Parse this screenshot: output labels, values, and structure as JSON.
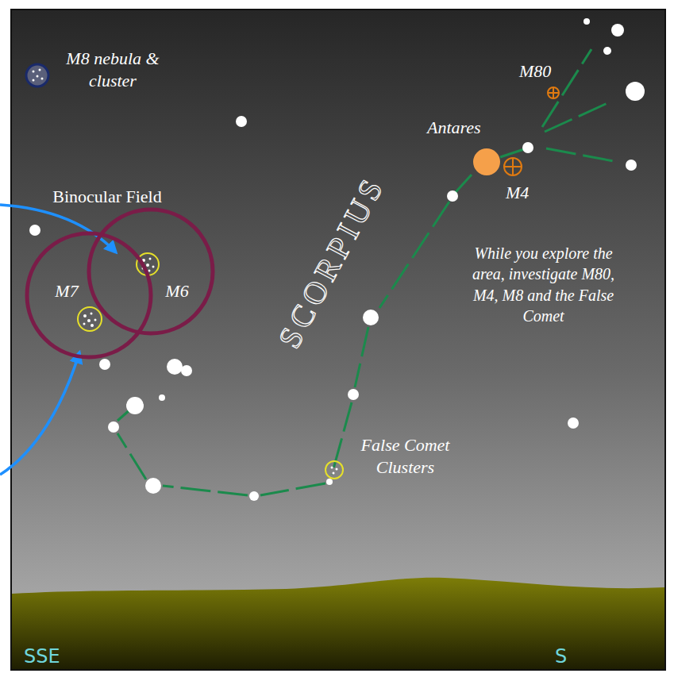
{
  "diagram": {
    "nodes": [
      {
        "text": [
          "M7"
        ]
      },
      {
        "text": [
          "M6"
        ]
      }
    ],
    "edges": [],
    "labels": [
      "M8 nebula & cluster",
      "M80",
      "Antares",
      "M4",
      "Binocular Field",
      "SCORPIUS",
      "While you explore the area, investigate M80, M4, M8 and the False Comet",
      "False Comet Clusters",
      "SSE",
      "S"
    ]
  }
}
